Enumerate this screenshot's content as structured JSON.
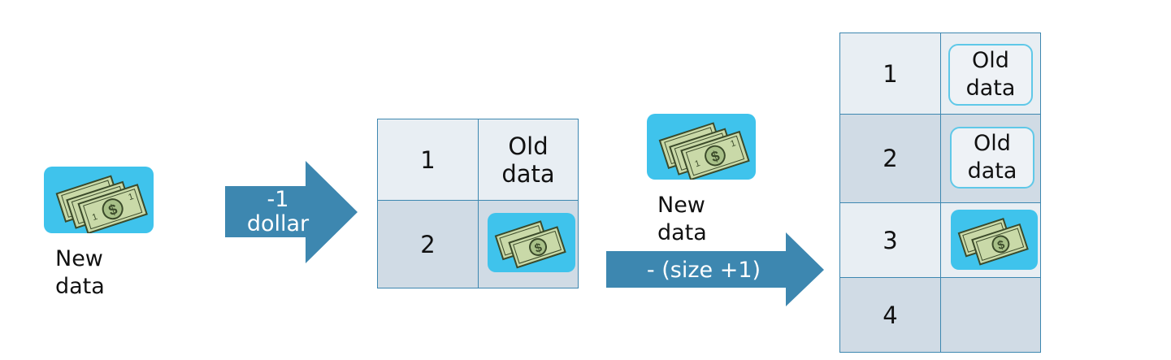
{
  "step1": {
    "new_data_label_line1": "New",
    "new_data_label_line2": "data",
    "money_icon": "cash-bills-icon"
  },
  "arrow1": {
    "line1": "-1",
    "line2": "dollar"
  },
  "table1": {
    "rows": [
      {
        "index": "1",
        "content_line1": "Old",
        "content_line2": "data"
      },
      {
        "index": "2",
        "content": "money-icon"
      }
    ]
  },
  "step2": {
    "new_data_label_line1": "New",
    "new_data_label_line2": "data"
  },
  "arrow2": {
    "label": "- (size +1)"
  },
  "table2": {
    "rows": [
      {
        "index": "1",
        "content_line1": "Old",
        "content_line2": "data"
      },
      {
        "index": "2",
        "content_line1": "Old",
        "content_line2": "data"
      },
      {
        "index": "3",
        "content": "money-icon"
      },
      {
        "index": "4",
        "content": ""
      }
    ]
  },
  "colors": {
    "accent_blue": "#3fc3ec",
    "arrow_blue": "#3d87b0",
    "cell_light": "#e8eef3",
    "cell_dark": "#d0dbe5",
    "bill_green": "#c9d9a8"
  }
}
